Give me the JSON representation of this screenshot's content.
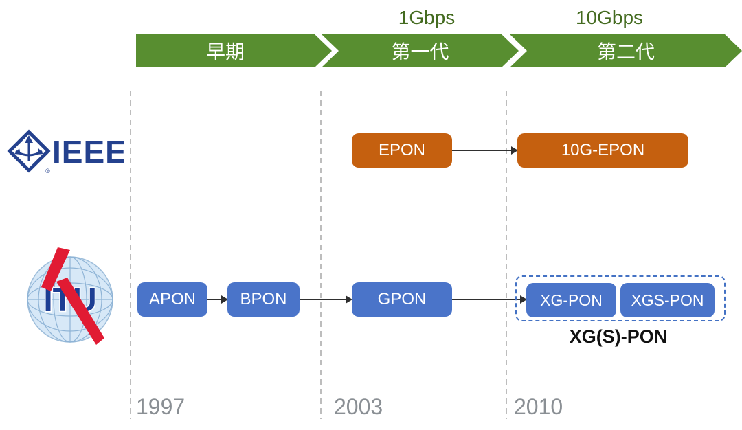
{
  "timeline": {
    "band_color": "#588E30",
    "speed_text_color": "#446B20",
    "segments": [
      {
        "label": "早期"
      },
      {
        "label": "第一代",
        "speed": "1Gbps"
      },
      {
        "label": "第二代",
        "speed": "10Gbps"
      }
    ]
  },
  "years": [
    "1997",
    "2003",
    "2010"
  ],
  "ieee": {
    "logo_text": "IEEE",
    "trademark": "®",
    "node_color": "#C5600F",
    "nodes": {
      "epon": "EPON",
      "epon10g": "10G-EPON"
    }
  },
  "itu": {
    "logo_text": "ITU",
    "node_color": "#4A74C9",
    "group_border_color": "#4472C4",
    "group_label": "XG(S)-PON",
    "nodes": {
      "apon": "APON",
      "bpon": "BPON",
      "gpon": "GPON",
      "xgpon": "XG-PON",
      "xgspon": "XGS-PON"
    }
  },
  "colors": {
    "arrow": "#2F2F2F",
    "year_text": "#8A8F94",
    "ieee_navy": "#24418E",
    "itu_red": "#E11B33"
  }
}
